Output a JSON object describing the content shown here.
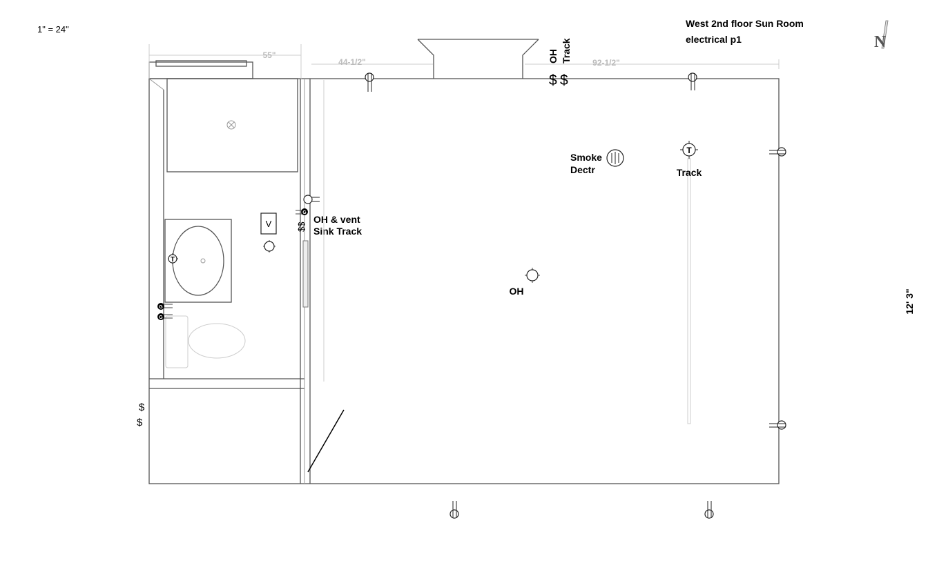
{
  "title": {
    "line1": "West 2nd floor Sun Room",
    "line2": "electrical p1"
  },
  "scale": "1\" = 24\"",
  "north_label": "N",
  "dimensions": {
    "d55": "55\"",
    "d44": "44-1/2\"",
    "d92": "92-1/2\"",
    "height": "12' 3\""
  },
  "labels": {
    "oh_vertical": "OH",
    "track_vertical": "Track",
    "switch": "$",
    "smoke1": "Smoke",
    "smoke2": "Dectr",
    "track": "Track",
    "oh": "OH",
    "oh_vent": "OH & vent",
    "sink_track": "Sink Track",
    "vent": "V",
    "thermo": "T",
    "gfci": "G"
  }
}
